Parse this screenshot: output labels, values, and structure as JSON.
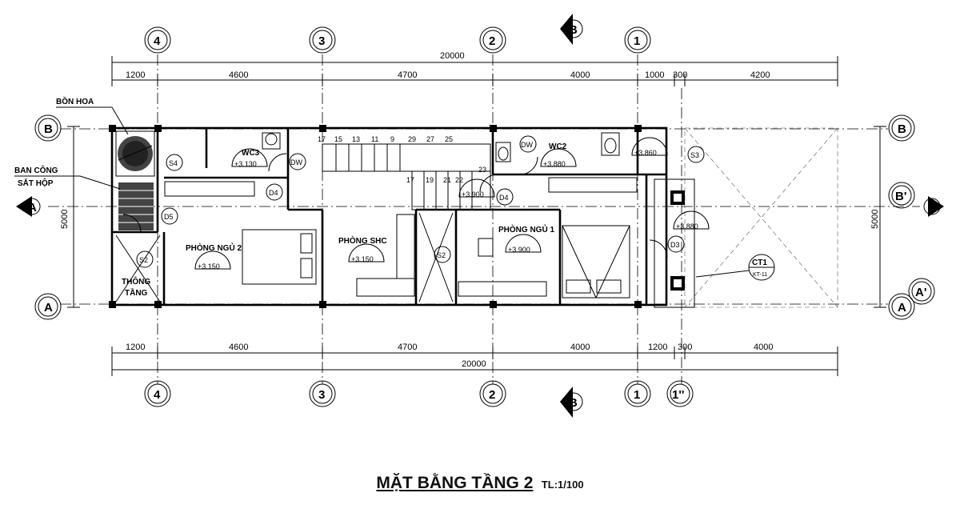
{
  "drawing": {
    "title": "MẶT BẰNG TẦNG 2",
    "scale": "TL:1/100",
    "overall_length": "20000",
    "overall_width": "5000",
    "top_dimensions": [
      "1200",
      "4600",
      "4700",
      "4000",
      "1000",
      "300",
      "4200"
    ],
    "bottom_dimensions": [
      "1200",
      "4600",
      "4700",
      "4000",
      "1200",
      "300",
      "4000"
    ],
    "column_axes": [
      "4",
      "3",
      "2",
      "1"
    ],
    "column_axis_extra": "1''",
    "row_axes": [
      "B",
      "A"
    ],
    "row_axes_extra": [
      "B'",
      "A'"
    ],
    "section_mark": "B",
    "section_side": "A",
    "rooms": {
      "wc3": "WC3",
      "wc2": "WC2",
      "bedroom2": "PHÒNG NGỦ 2",
      "living": "PHÒNG SHC",
      "bedroom1": "PHÒNG NGỦ 1",
      "void_l1": "THÔNG",
      "void_l2": "TẦNG"
    },
    "annotations": {
      "planter": "BỒN HOA",
      "balcony_l1": "BAN CÔNG",
      "balcony_l2": "SẮT HỘP"
    },
    "levels": {
      "wc3": "+3.130",
      "stair": "+3.900",
      "bed2": "+3.150",
      "living": "+3.150",
      "bed1": "+3.900",
      "wc2": "+3.880",
      "right_wc": "+3.860",
      "terrace": "+3.880"
    },
    "doors": {
      "s4": "S4",
      "dw1": "DW",
      "d4a": "D4",
      "d5": "D5",
      "s2a": "S2",
      "s2b": "S2",
      "d4b": "D4",
      "dw2": "DW",
      "d3": "D3",
      "s3": "S3"
    },
    "stair_steps_top": [
      "17",
      "15",
      "13",
      "11",
      "9",
      "29",
      "27",
      "25"
    ],
    "stair_steps_bottom": [
      "17",
      "19",
      "21",
      "22",
      "23"
    ],
    "detail_tag": {
      "id": "CT1",
      "sheet": "KT-11"
    }
  }
}
